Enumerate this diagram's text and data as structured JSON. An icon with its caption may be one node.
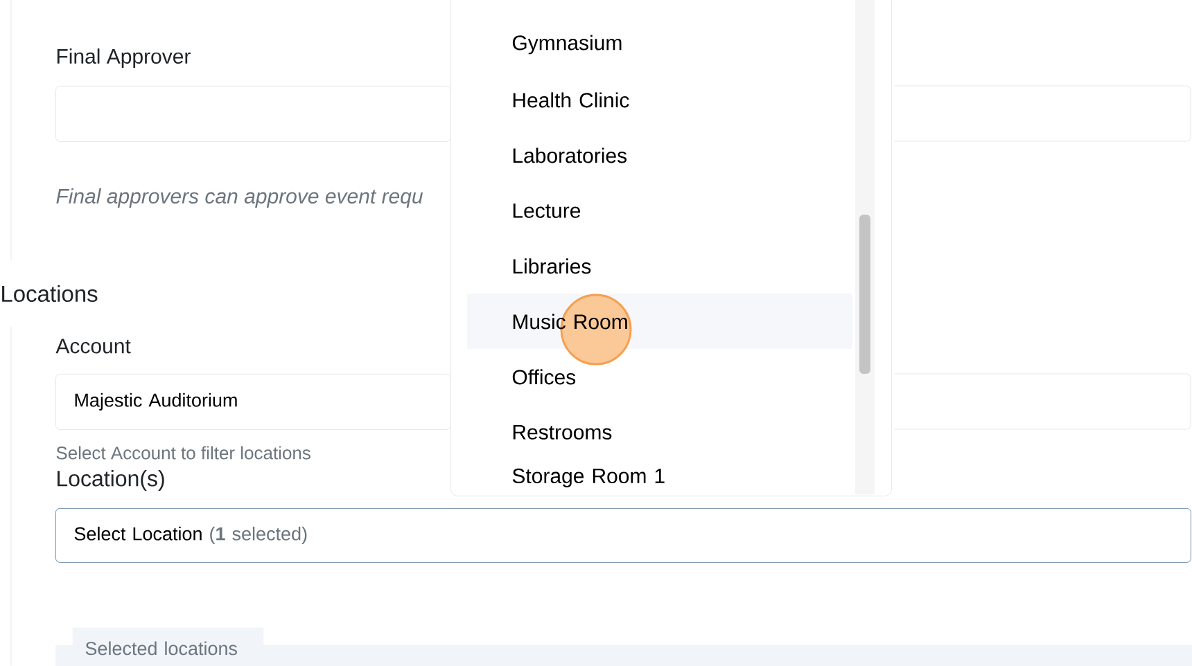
{
  "diagram": {
    "nodes": [
      {
        "text": [],
        "shape": "box"
      },
      {
        "text": [
          "Majestic Auditorium"
        ]
      },
      {
        "text": [
          "Select Location",
          "(**1** selected)"
        ]
      },
      {
        "text": [],
        "shape": "box"
      },
      {
        "text": [
          "Gymnasium"
        ],
        "in": 3
      },
      {
        "text": [
          "Health Clinic"
        ],
        "in": 3
      },
      {
        "text": [
          "Laboratories"
        ],
        "in": 3
      },
      {
        "text": [
          "Lecture"
        ],
        "in": 3
      },
      {
        "text": [
          "Libraries"
        ],
        "in": 3
      },
      {
        "text": [
          "Music Room"
        ],
        "in": 3
      },
      {
        "text": [
          "Offices"
        ],
        "in": 3
      },
      {
        "text": [
          "Restrooms"
        ],
        "in": 3
      },
      {
        "text": [
          "Storage Room 1"
        ],
        "in": 3
      },
      {
        "text": [
          "Selected locations"
        ]
      }
    ],
    "labels": [
      "Final Approver",
      "Final approvers can approve event requ",
      "Locations",
      "Account",
      "Select Account to filter locations",
      "Location(s)"
    ]
  }
}
